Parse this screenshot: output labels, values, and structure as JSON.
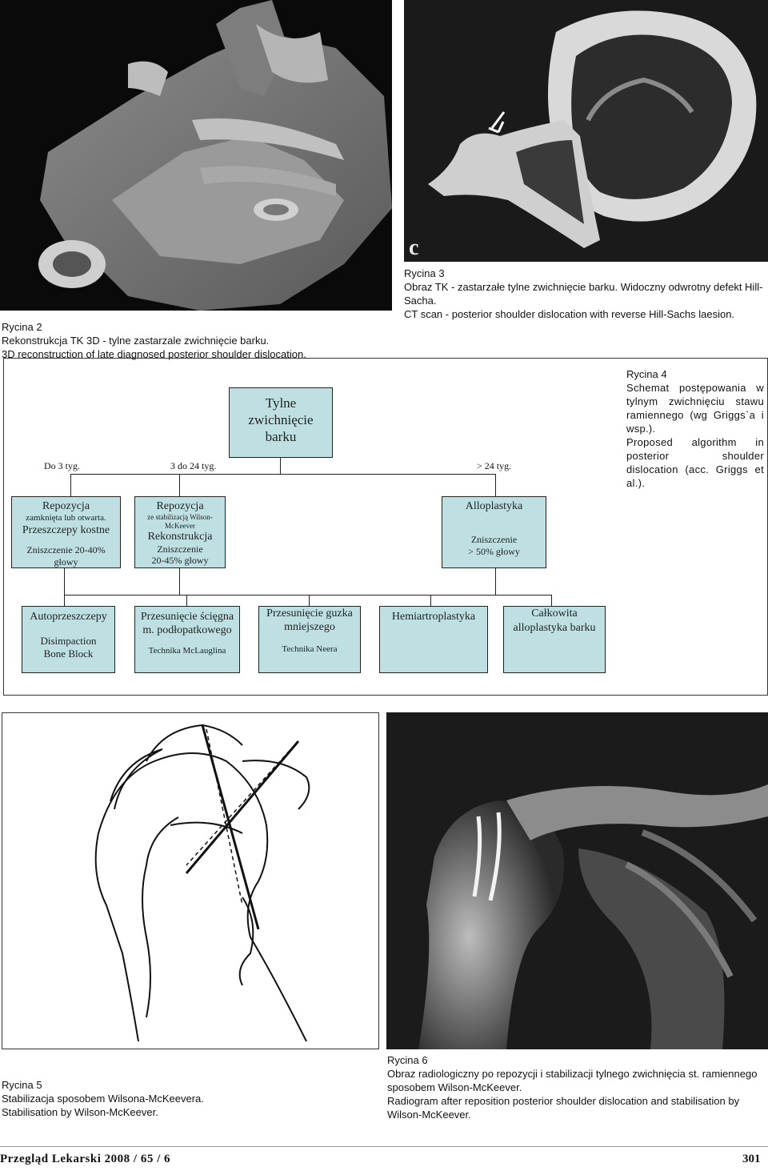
{
  "fig2": {
    "label": "Rycina 2",
    "title": "Rekonstrukcja TK 3D - tylne zastarzale zwichnięcie barku.",
    "desc": "3D reconstruction of late diagnosed posterior shoulder dislocation."
  },
  "fig3": {
    "label": "Rycina 3",
    "title": "Obraz TK - zastarzałe tylne zwichnięcie barku. Widoczny odwrotny defekt Hill-Sacha.",
    "desc": "CT scan - posterior shoulder dislocation with reverse Hill-Sachs laesion.",
    "image_letter": "c"
  },
  "fig4": {
    "label": "Rycina 4",
    "title": "Schemat postępowania w tylnym zwichnięciu stawu ramiennego (wg Griggs`a i wsp.).",
    "desc": "Proposed algorithm in posterior shoulder dislocation (acc. Griggs et al.).",
    "root": "Tylne zwichnięcie barku",
    "branches": [
      "Do 3 tyg.",
      "3 do 24 tyg.",
      "> 24 tyg."
    ],
    "level2": [
      {
        "l1": "Repozycja",
        "l2": "zamknięta lub otwarta.",
        "l3": "Przeszczepy kostne",
        "l4": "Zniszczenie 20-40%",
        "l5": "głowy"
      },
      {
        "l1": "Repozycja",
        "l2": "ze stabilizacją Wilson-",
        "l3": "McKeever",
        "l4": "Rekonstrukcja",
        "l5": "Zniszczenie",
        "l6": "20-45% głowy"
      },
      {
        "l1": "Alloplastyka",
        "l2": "Zniszczenie",
        "l3": "> 50% głowy"
      }
    ],
    "level3": [
      {
        "l1": "Autoprzeszczepy",
        "l2": "Disimpaction",
        "l3": "Bone Block"
      },
      {
        "l1": "Przesunięcie ścięgna",
        "l2": "m. podłopatkowego",
        "l3": "Technika McLauglina"
      },
      {
        "l1": "Przesunięcie guzka",
        "l2": "mniejszego",
        "l3": "Technika Neera"
      },
      {
        "l1": "Hemiartroplastyka"
      },
      {
        "l1": "Całkowita",
        "l2": "alloplastyka barku"
      }
    ]
  },
  "fig5": {
    "label": "Rycina 5",
    "title": "Stabilizacja sposobem Wilsona-McKeevera.",
    "desc": "Stabilisation by Wilson-McKeever."
  },
  "fig6": {
    "label": "Rycina 6",
    "title": "Obraz radiologiczny po repozycji i stabilizacji tylnego zwichnięcia st. ramiennego sposobem Wilson-McKeever.",
    "desc": "Radiogram after reposition posterior shoulder dislocation and stabilisation by Wilson-McKeever."
  },
  "footer": {
    "journal": "Przegląd Lekarski 2008 / 65 / 6",
    "page": "301"
  }
}
